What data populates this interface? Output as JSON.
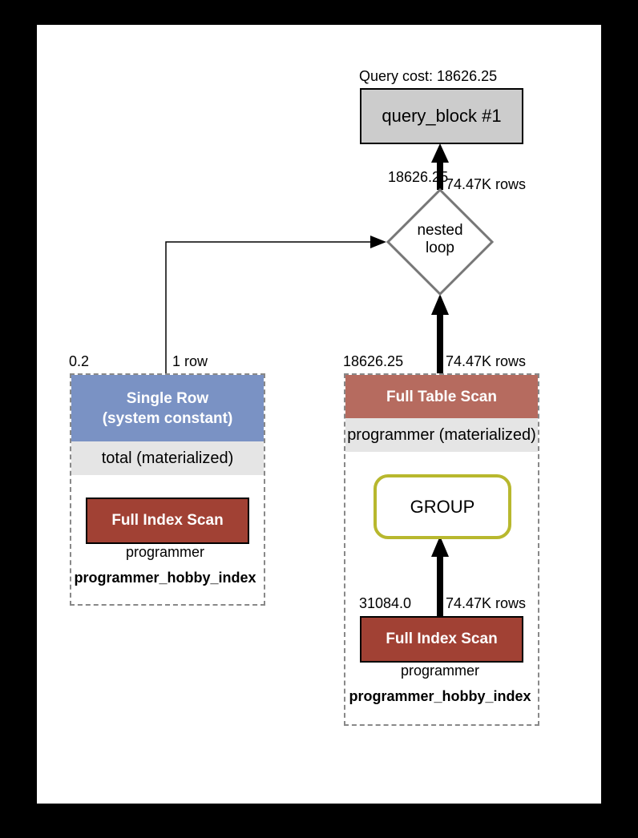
{
  "query": {
    "cost_label": "Query cost: 18626.25",
    "block_label": "query_block #1"
  },
  "nested_loop": {
    "label_line1": "nested",
    "label_line2": "loop",
    "out_cost": "18626.25",
    "out_rows": "74.47K rows"
  },
  "left_branch": {
    "cost": "0.2",
    "rows": "1 row",
    "header_line1": "Single Row",
    "header_line2": "(system constant)",
    "subheader": "total (materialized)",
    "scan_label": "Full Index Scan",
    "table": "programmer",
    "index": "programmer_hobby_index"
  },
  "right_branch": {
    "cost": "18626.25",
    "rows": "74.47K rows",
    "header": "Full Table Scan",
    "subheader": "programmer (materialized)",
    "group_label": "GROUP",
    "scan_cost": "31084.0",
    "scan_rows": "74.47K rows",
    "scan_label": "Full Index Scan",
    "table": "programmer",
    "index": "programmer_hobby_index"
  },
  "colors": {
    "background": "#000000",
    "canvas": "#ffffff",
    "query_block": "#cccccc",
    "single_row": "#7a92c4",
    "full_table_scan": "#b66b5f",
    "full_index_scan": "#a14134",
    "group_border": "#b8b82e",
    "subheader_bg": "#e5e5e5",
    "diamond_border": "#777777"
  }
}
